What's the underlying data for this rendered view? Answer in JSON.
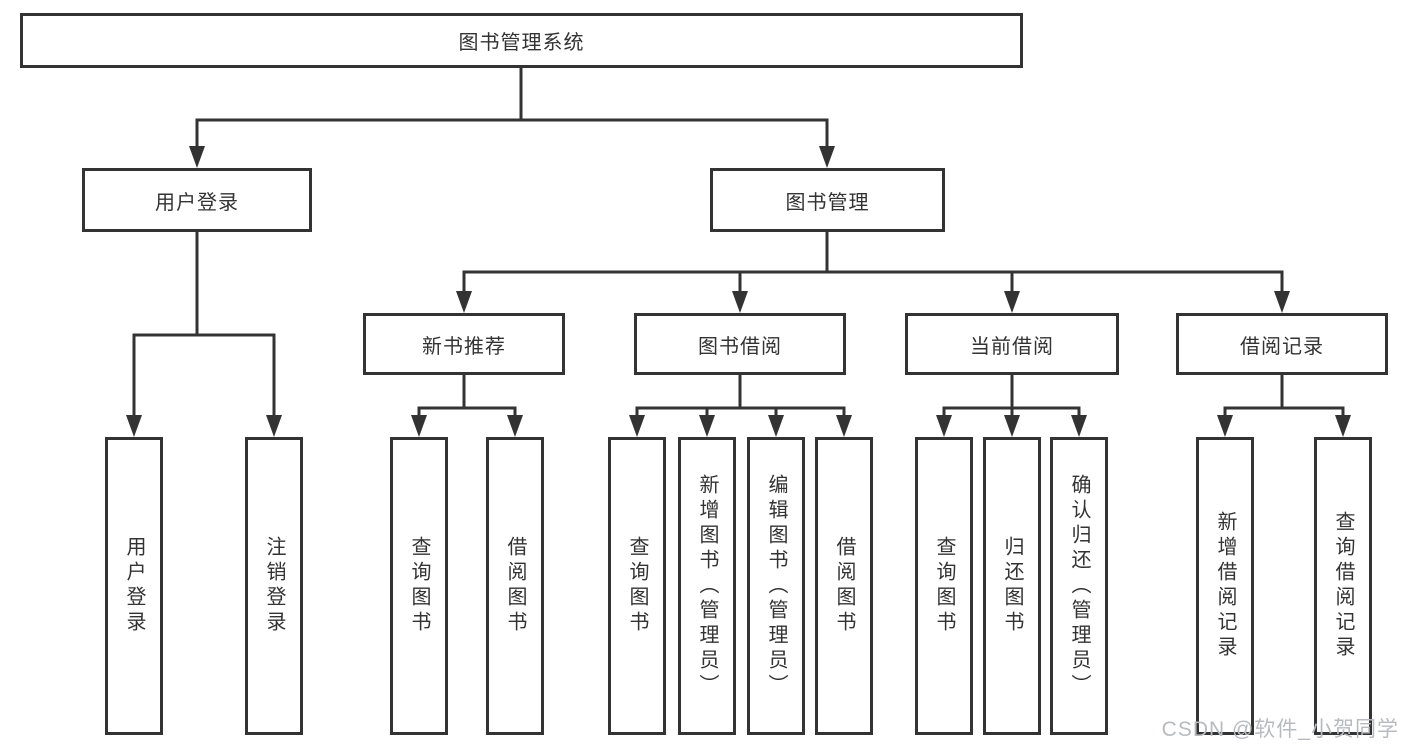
{
  "tree": {
    "label": "图书管理系统",
    "children": [
      {
        "label": "用户登录",
        "children": [
          {
            "label": "用户登录"
          },
          {
            "label": "注销登录"
          }
        ]
      },
      {
        "label": "图书管理",
        "children": [
          {
            "label": "新书推荐",
            "children": [
              {
                "label": "查询图书"
              },
              {
                "label": "借阅图书"
              }
            ]
          },
          {
            "label": "图书借阅",
            "children": [
              {
                "label": "查询图书"
              },
              {
                "label": "新增图书（管理员）"
              },
              {
                "label": "编辑图书（管理员）"
              },
              {
                "label": "借阅图书"
              }
            ]
          },
          {
            "label": "当前借阅",
            "children": [
              {
                "label": "查询图书"
              },
              {
                "label": "归还图书"
              },
              {
                "label": "确认归还（管理员）"
              }
            ]
          },
          {
            "label": "借阅记录",
            "children": [
              {
                "label": "新增借阅记录"
              },
              {
                "label": "查询借阅记录"
              }
            ]
          }
        ]
      }
    ]
  },
  "watermark": "CSDN @软件_小贺同学",
  "colors": {
    "line": "#333333",
    "box_background": "#ffffff",
    "text": "#333333",
    "watermark": "#b7bbc0"
  }
}
